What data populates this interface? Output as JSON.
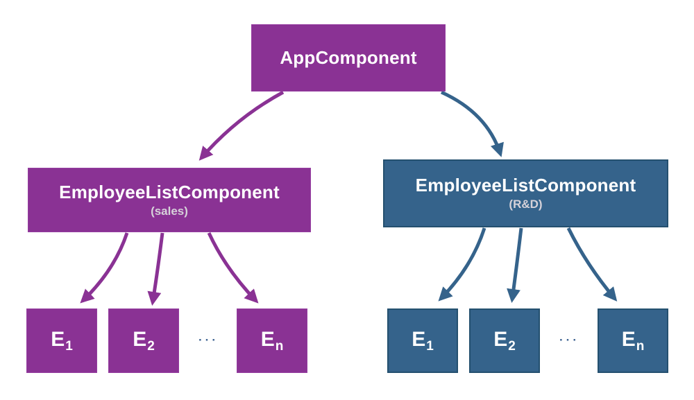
{
  "diagram": {
    "colors": {
      "purple": "#8a3294",
      "purple_border": "#953da0",
      "blue": "#35638b",
      "blue_border": "#24506f",
      "subtitle": "#d6d2d9",
      "dots": "#3e6391"
    },
    "root": {
      "label": "AppComponent"
    },
    "branches": [
      {
        "label": "EmployeeListComponent",
        "sublabel": "(sales)",
        "ellipsis": "···",
        "children": [
          {
            "base": "E",
            "sub": "1"
          },
          {
            "base": "E",
            "sub": "2"
          },
          {
            "base": "E",
            "sub": "n"
          }
        ]
      },
      {
        "label": "EmployeeListComponent",
        "sublabel": "(R&D)",
        "ellipsis": "···",
        "children": [
          {
            "base": "E",
            "sub": "1"
          },
          {
            "base": "E",
            "sub": "2"
          },
          {
            "base": "E",
            "sub": "n"
          }
        ]
      }
    ]
  }
}
